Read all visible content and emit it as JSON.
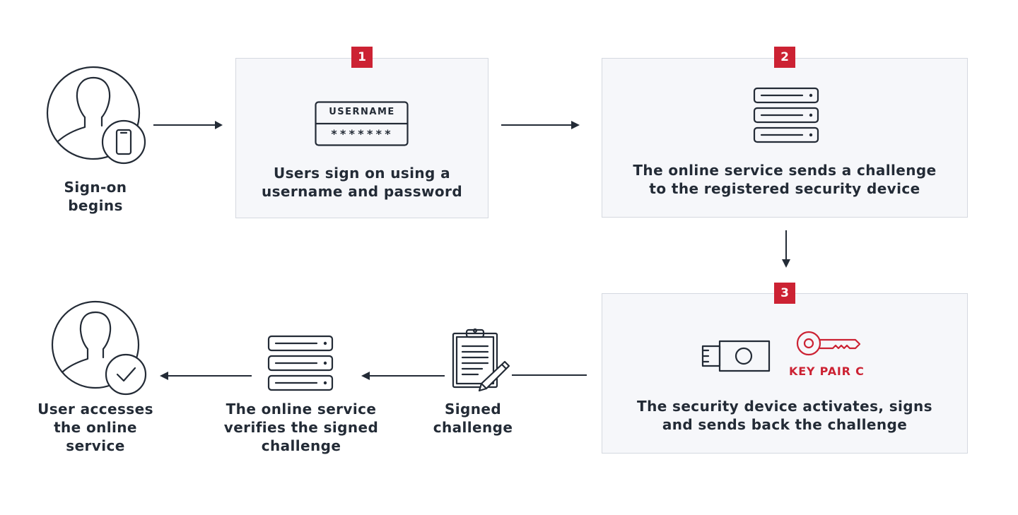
{
  "colors": {
    "accent": "#cc2233",
    "ink": "#232b36",
    "box_fill": "#f6f7fa",
    "box_border": "#d5d9e0"
  },
  "start": {
    "label": "Sign-on\nbegins",
    "icons": [
      "user-icon",
      "phone-icon"
    ]
  },
  "step1": {
    "number": "1",
    "field_label": "USERNAME",
    "field_mask": "*******",
    "caption": "Users sign on using a\nusername and password",
    "icon": "login-field-icon"
  },
  "step2": {
    "number": "2",
    "caption": "The online service sends a challenge\nto the registered security device",
    "icon": "server-icon"
  },
  "step3": {
    "number": "3",
    "key_label": "KEY PAIR C",
    "caption": "The security device activates, signs\nand sends back the challenge",
    "icons": [
      "security-key-device-icon",
      "key-icon"
    ]
  },
  "signed": {
    "label": "Signed\nchallenge",
    "icon": "clipboard-pencil-icon"
  },
  "verify": {
    "label": "The online service\nverifies the signed\nchallenge",
    "icon": "server-icon"
  },
  "end": {
    "label": "User accesses\nthe online\nservice",
    "icons": [
      "user-icon",
      "checkmark-icon"
    ]
  }
}
